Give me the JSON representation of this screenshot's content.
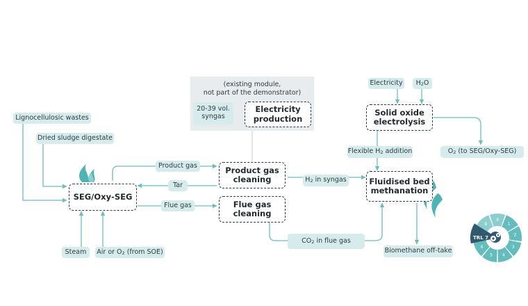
{
  "existing_module": {
    "note_line1": "(existing module,",
    "note_line2": "not part of the demonstrator)",
    "syngas_line1": "20-39 vol.",
    "syngas_line2": "syngas",
    "electricity_production_line1": "Electricity",
    "electricity_production_line2": "production"
  },
  "process_units": {
    "seg": "SEG/Oxy-SEG",
    "product_gas_cleaning_line1": "Product gas",
    "product_gas_cleaning_line2": "cleaning",
    "flue_gas_cleaning_line1": "Flue gas",
    "flue_gas_cleaning_line2": "cleaning",
    "soe_line1": "Solid oxide",
    "soe_line2": "electrolysis",
    "methanation_line1": "Fluidised bed",
    "methanation_line2": "methanation"
  },
  "streams": {
    "lignocellulosic": "Lignocellulosic wastes",
    "sludge": "Dried sludge digestate",
    "steam": "Steam",
    "air_o2_prefix": "Air or O",
    "air_o2_sub": "2",
    "air_o2_suffix": " (from SOE)",
    "product_gas": "Product gas",
    "tar": "Tar",
    "flue_gas": "Flue gas",
    "h2_syngas_prefix": "H",
    "h2_syngas_sub": "2",
    "h2_syngas_suffix": " in syngas",
    "co2_prefix": "CO",
    "co2_sub": "2",
    "co2_suffix": " in flue gas",
    "electricity": "Electricity",
    "h2o_prefix": "H",
    "h2o_sub": "2",
    "h2o_suffix": "O",
    "flex_h2_prefix": "Flexible H",
    "flex_h2_sub": "2",
    "flex_h2_suffix": " addition",
    "o2_prefix": "O",
    "o2_sub": "2",
    "o2_suffix": " (to SEG/Oxy-SEG)",
    "biomethane": "Biomethane off-take"
  },
  "trl": {
    "label": "TRL 7",
    "segments": [
      "1",
      "2",
      "3",
      "4",
      "5",
      "6",
      "8",
      "9"
    ]
  },
  "colors": {
    "arrow": "#6dbcbe",
    "label_fill": "#d6ecec",
    "flame": "#4fb3b3",
    "trl_dark": "#2f5a6f",
    "trl_teal": "#65bcbc"
  }
}
